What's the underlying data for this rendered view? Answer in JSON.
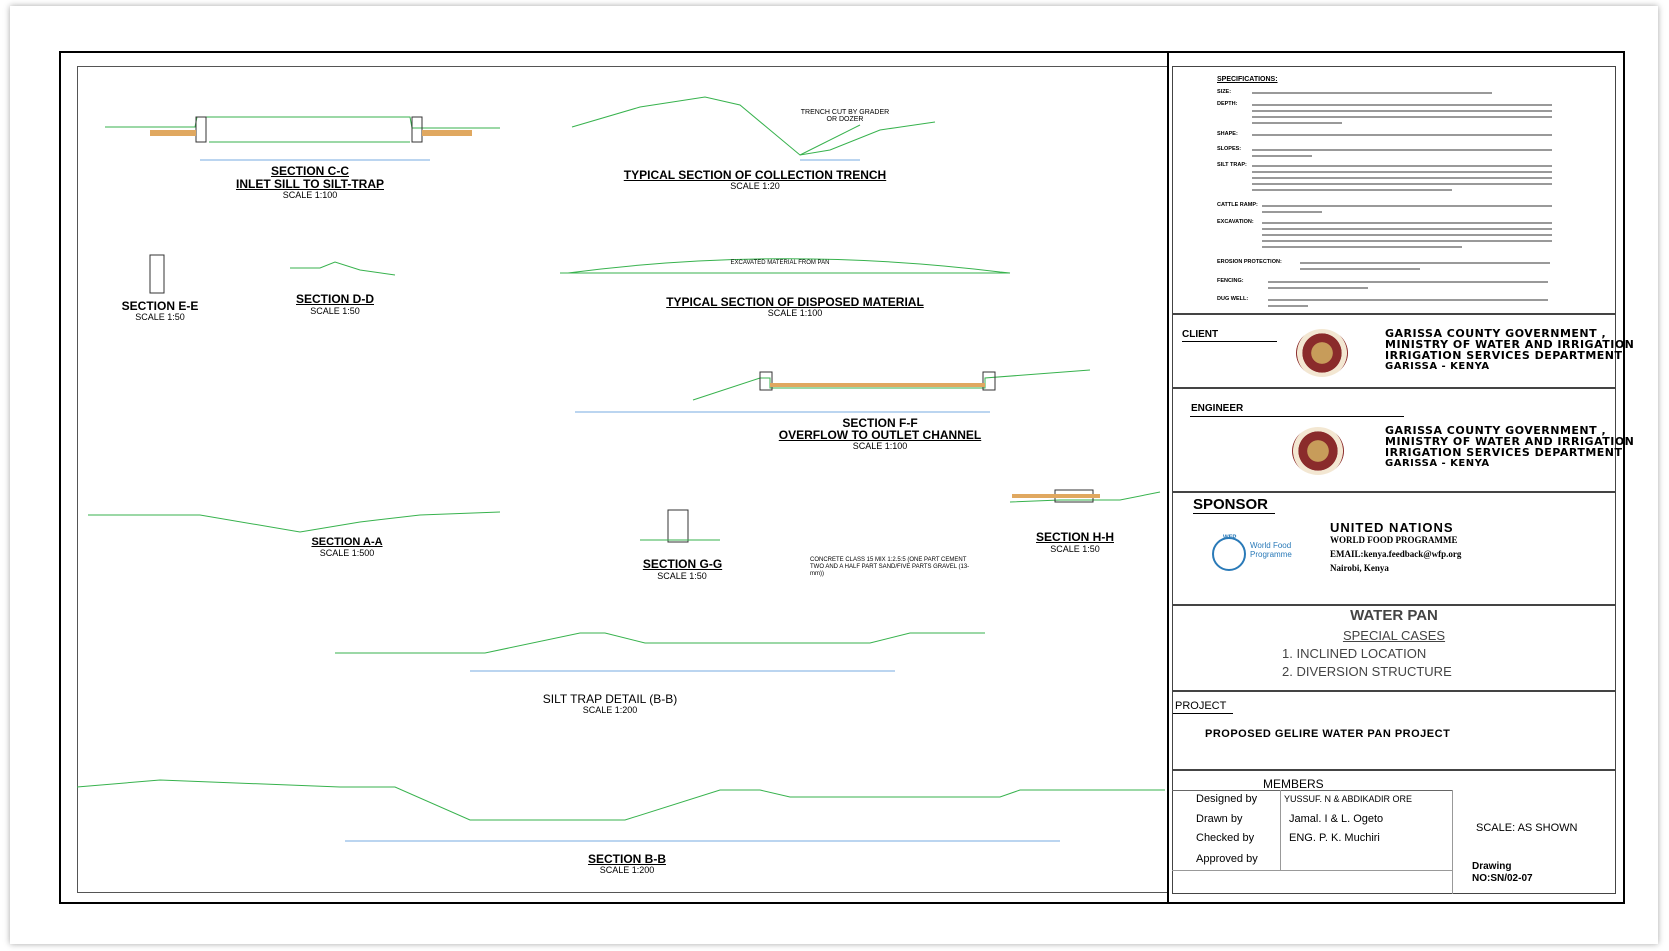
{
  "sections": {
    "cc_title": "SECTION C-C",
    "cc_sub": "INLET SILL TO SILT-TRAP",
    "cc_scale": "SCALE 1:100",
    "trench_title": "TYPICAL SECTION OF COLLECTION TRENCH",
    "trench_scale": "SCALE 1:20",
    "trench_note": "TRENCH CUT BY GRADER OR DOZER",
    "ee_title": "SECTION E-E",
    "ee_scale": "SCALE 1:50",
    "dd_title": "SECTION D-D",
    "dd_scale": "SCALE 1:50",
    "disposed_title": "TYPICAL SECTION OF DISPOSED MATERIAL",
    "disposed_scale": "SCALE 1:100",
    "disposed_note": "EXCAVATED MATERIAL FROM PAN",
    "ff_title": "SECTION F-F",
    "ff_sub": "OVERFLOW TO OUTLET CHANNEL",
    "ff_scale": "SCALE 1:100",
    "aa_title": "SECTION A-A",
    "aa_scale": "SCALE 1:500",
    "gg_title": "SECTION G-G",
    "gg_scale": "SCALE 1:50",
    "gg_note": "CONCRETE CLASS 15 MIX 1:2.5:5 (ONE PART CEMENT TWO AND A HALF PART SAND/FIVE PARTS GRAVEL (13-mm))",
    "hh_title": "SECTION H-H",
    "hh_scale": "SCALE 1:50",
    "bbd_title": "SILT TRAP DETAIL (B-B)",
    "bbd_scale": "SCALE 1:200",
    "bb_title": "SECTION B-B",
    "bb_scale": "SCALE 1:200"
  },
  "specs": {
    "heading": "SPECIFICATIONS:",
    "labels": [
      "SIZE:",
      "DEPTH:",
      "SHAPE:",
      "SILT TRAP:",
      "SLOPES:",
      "CATTLE RAMP:",
      "EXCAVATION:",
      "EROSION PROTECTION:",
      "FENCING:",
      "DUG WELL:"
    ]
  },
  "client": {
    "label": "CLIENT",
    "lines": [
      "GARISSA  COUNTY GOVERNMENT ,",
      "MINISTRY OF WATER AND IRRIGATION",
      "IRRIGATION SERVICES DEPARTMENT",
      "GARISSA - KENYA"
    ]
  },
  "engineer": {
    "label": "ENGINEER",
    "lines": [
      "GARISSA  COUNTY GOVERNMENT ,",
      "MINISTRY OF WATER AND IRRIGATION",
      "IRRIGATION SERVICES DEPARTMENT",
      "GARISSA - KENYA"
    ]
  },
  "sponsor": {
    "label": "SPONSOR",
    "org": "UNITED  NATIONS",
    "programme": "WORLD FOOD PROGRAMME",
    "email": "EMAIL:kenya.feedback@wfp.org",
    "city": "Nairobi, Kenya",
    "logo_line1": "World Food",
    "logo_line2": "Programme",
    "logo_top": "WFP",
    "accent": "#2a7ab8"
  },
  "drawing_title": {
    "title": "WATER PAN",
    "subtitle": "SPECIAL CASES",
    "item1": "1. INCLINED LOCATION",
    "item2": "2. DIVERSION STRUCTURE"
  },
  "project": {
    "label": "PROJECT",
    "name": "PROPOSED  GELIRE   WATER PAN   PROJECT"
  },
  "members": {
    "heading": "MEMBERS",
    "designed_label": "Designed by",
    "designed_value": "YUSSUF. N & ABDIKADIR ORE",
    "drawn_label": "Drawn by",
    "drawn_value": "Jamal. I & L. Ogeto",
    "checked_label": "Checked by",
    "checked_value": "ENG. P. K. Muchiri",
    "approved_label": "Approved by",
    "approved_value": "",
    "scale": "SCALE: AS SHOWN",
    "drawing_label": "Drawing",
    "drawing_no": "NO:SN/02-07"
  },
  "colors": {
    "ground_line": "#37b24d",
    "dim_line": "#4a8fd8",
    "fill_sand": "#e0a860",
    "frame": "#000000"
  }
}
